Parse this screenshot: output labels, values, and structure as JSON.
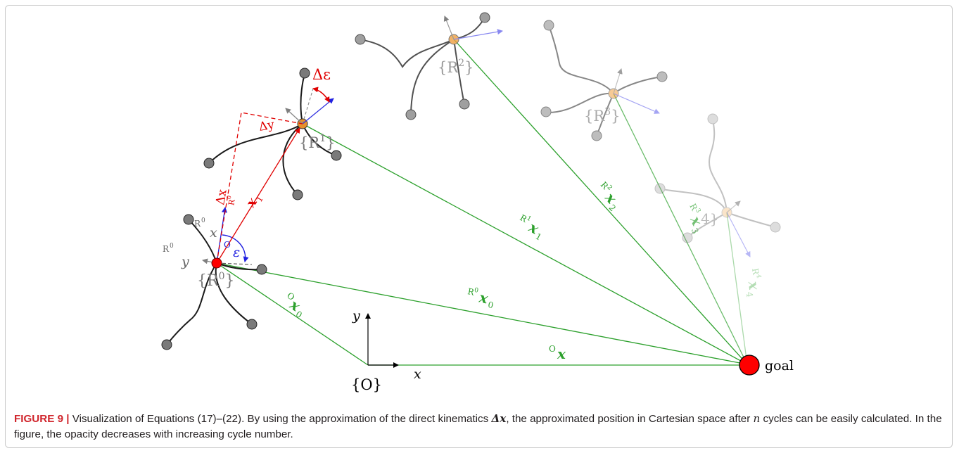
{
  "figure": {
    "frames": {
      "origin": "{O}",
      "r0": "{R",
      "r1": "{R",
      "r2": "{R",
      "r3": "{R",
      "r4": "4}",
      "sup0": "0",
      "sup1": "1",
      "sup2": "2",
      "sup3": "3",
      "close": "}"
    },
    "axes": {
      "x": "x",
      "y": "y"
    },
    "goal_label": "goal",
    "deltas": {
      "dx": "Δx",
      "dy": "Δy",
      "deps": "Δε"
    },
    "vectors": {
      "o_x0_pre": "O",
      "o_x0": "x",
      "o_x0_sub": "0",
      "r0_x0_pre": "R",
      "r0_x0_presup": "0",
      "r0_x0_sub": "0",
      "r1_x1_presup": "1",
      "r1_x1_sub": "1",
      "r2_x2_presup": "2",
      "r2_x2_sub": "2",
      "r3_x3_presup": "3",
      "r3_x3_sub": "3",
      "r4_x4_presup": "4",
      "r4_x4_sub": "4",
      "o_x": "x",
      "x1": "x",
      "x1_sub": "1",
      "o_eps": "O",
      "eps": "ε"
    },
    "colors": {
      "green": "#2ca02c",
      "red": "#e00000",
      "blue": "#2020e0",
      "gray": "#7f7f7f",
      "orange": "#f0a040",
      "robot": "#262626"
    }
  },
  "caption": {
    "label": "FIGURE 9 |",
    "text_a": " Visualization of Equations (17)–(22). By using the approximation of the direct kinematics ",
    "delta_x": "Δx",
    "text_b": ", the approximated position in Cartesian space after ",
    "n": "n",
    "text_c": " cycles can be easily calculated. In the figure, the opacity decreases with increasing cycle number."
  }
}
